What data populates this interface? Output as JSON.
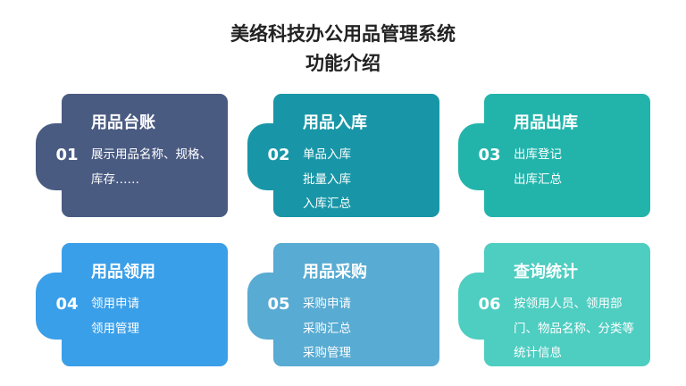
{
  "title_line1": "美络科技办公用品管理系统",
  "title_line2": "功能介绍",
  "cards": [
    {
      "num": "01",
      "title": "用品台账",
      "lines": [
        "展示用品名称、规格、库存……"
      ],
      "color": "#4a5b82"
    },
    {
      "num": "02",
      "title": "用品入库",
      "lines": [
        "单品入库",
        "批量入库",
        "入库汇总"
      ],
      "color": "#1896a7"
    },
    {
      "num": "03",
      "title": "用品出库",
      "lines": [
        "出库登记",
        "出库汇总"
      ],
      "color": "#22b4ab"
    },
    {
      "num": "04",
      "title": "用品领用",
      "lines": [
        "领用申请",
        "领用管理"
      ],
      "color": "#3a9fe9"
    },
    {
      "num": "05",
      "title": "用品采购",
      "lines": [
        "采购申请",
        "采购汇总",
        "采购管理"
      ],
      "color": "#58abd2"
    },
    {
      "num": "06",
      "title": "查询统计",
      "lines": [
        "按领用人员、领用部门、物品名称、分类等统计信息"
      ],
      "color": "#4ecdc1"
    }
  ]
}
